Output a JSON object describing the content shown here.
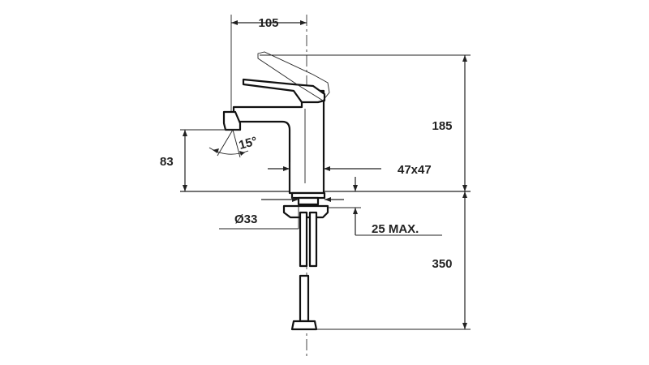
{
  "colors": {
    "line": "#222222",
    "background": "#ffffff"
  },
  "dimensions": {
    "spout_reach": "105",
    "total_height": "185",
    "spout_height": "83",
    "base_size": "47x47",
    "spout_angle": "15°",
    "hole_diameter": "Ø33",
    "max_thickness": "25 MAX.",
    "hose_length": "350"
  }
}
